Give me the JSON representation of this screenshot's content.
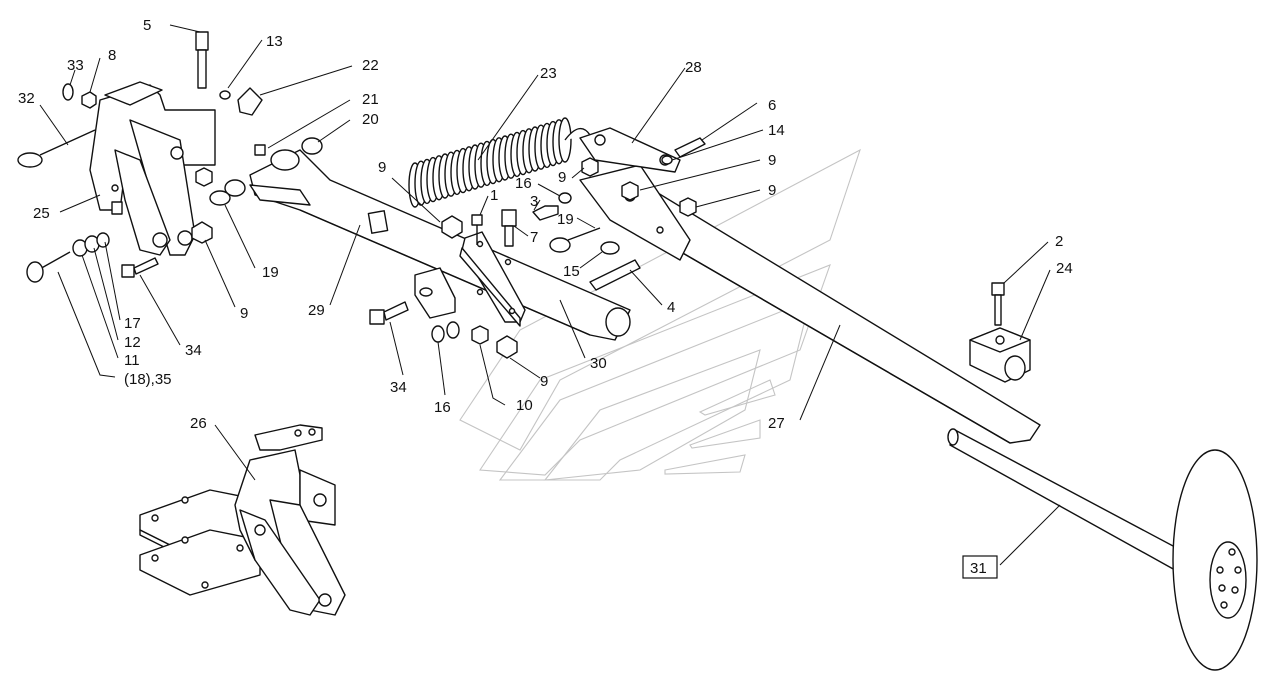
{
  "callouts": [
    {
      "id": "c1",
      "text": "1"
    },
    {
      "id": "c2a",
      "text": "2"
    },
    {
      "id": "c3",
      "text": "3"
    },
    {
      "id": "c4",
      "text": "4"
    },
    {
      "id": "c5",
      "text": "5"
    },
    {
      "id": "c6",
      "text": "6"
    },
    {
      "id": "c7",
      "text": "7"
    },
    {
      "id": "c8",
      "text": "8"
    },
    {
      "id": "c9a",
      "text": "9"
    },
    {
      "id": "c9b",
      "text": "9"
    },
    {
      "id": "c9c",
      "text": "9"
    },
    {
      "id": "c9d",
      "text": "9"
    },
    {
      "id": "c9e",
      "text": "9"
    },
    {
      "id": "c9f",
      "text": "9"
    },
    {
      "id": "c10",
      "text": "10"
    },
    {
      "id": "c11",
      "text": "11"
    },
    {
      "id": "c12",
      "text": "12"
    },
    {
      "id": "c13",
      "text": "13"
    },
    {
      "id": "c14",
      "text": "14"
    },
    {
      "id": "c15",
      "text": "15"
    },
    {
      "id": "c16a",
      "text": "16"
    },
    {
      "id": "c16b",
      "text": "16"
    },
    {
      "id": "c17",
      "text": "17"
    },
    {
      "id": "c18",
      "text": "(18),35"
    },
    {
      "id": "c19a",
      "text": "19"
    },
    {
      "id": "c19b",
      "text": "19"
    },
    {
      "id": "c20",
      "text": "20"
    },
    {
      "id": "c21",
      "text": "21"
    },
    {
      "id": "c22",
      "text": "22"
    },
    {
      "id": "c23",
      "text": "23"
    },
    {
      "id": "c24",
      "text": "24"
    },
    {
      "id": "c25",
      "text": "25"
    },
    {
      "id": "c26",
      "text": "26"
    },
    {
      "id": "c27",
      "text": "27"
    },
    {
      "id": "c28",
      "text": "28"
    },
    {
      "id": "c29",
      "text": "29"
    },
    {
      "id": "c30",
      "text": "30"
    },
    {
      "id": "c31",
      "text": "31"
    },
    {
      "id": "c32",
      "text": "32"
    },
    {
      "id": "c33",
      "text": "33"
    },
    {
      "id": "c34a",
      "text": "34"
    },
    {
      "id": "c34b",
      "text": "34"
    }
  ]
}
